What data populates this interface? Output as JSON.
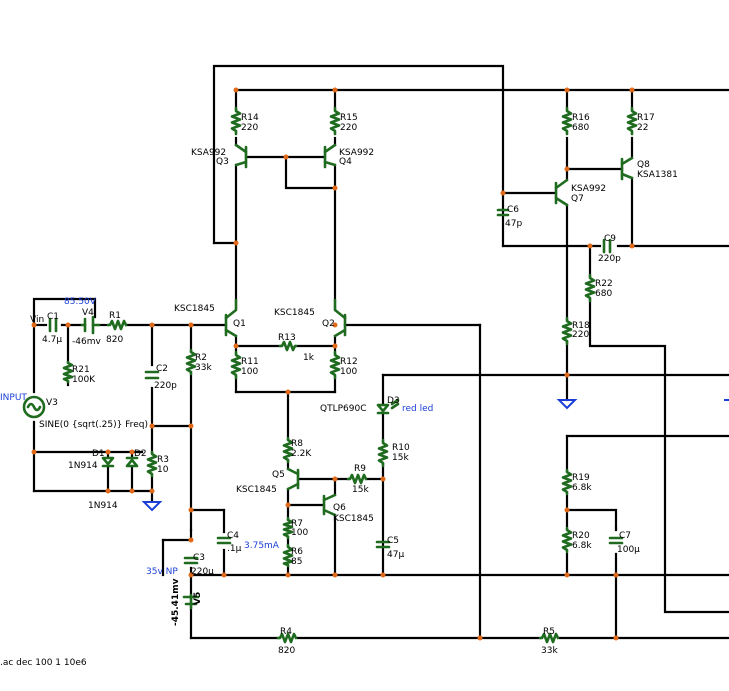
{
  "labels": {
    "r14": [
      "R14",
      "220"
    ],
    "r15": [
      "R15",
      "220"
    ],
    "r16": [
      "R16",
      "680"
    ],
    "r17": [
      "R17",
      "22"
    ],
    "q3": [
      "KSA992",
      "Q3"
    ],
    "q4": [
      "KSA992",
      "Q4"
    ],
    "q7": [
      "KSA992",
      "Q7"
    ],
    "q8": [
      "Q8",
      "KSA1381"
    ],
    "c6": [
      "C6",
      "47p"
    ],
    "c9": [
      "C9",
      "220p"
    ],
    "r22": [
      "R22",
      "680"
    ],
    "r18": [
      "R18",
      "220"
    ],
    "q1": [
      "KSC1845",
      "Q1"
    ],
    "q2": [
      "KSC1845",
      "Q2"
    ],
    "r13": [
      "R13",
      "1k"
    ],
    "r11": [
      "R11",
      "100"
    ],
    "r12": [
      "R12",
      "100"
    ],
    "d3": [
      "D3",
      "QTLP690C",
      "red led"
    ],
    "r10": [
      "R10",
      "15k"
    ],
    "r9": [
      "R9",
      "15k"
    ],
    "r8": [
      "R8",
      "2.2K"
    ],
    "q5": [
      "Q5",
      "KSC1845"
    ],
    "q6": [
      "Q6",
      "KSC1845"
    ],
    "r7": [
      "R7",
      "100"
    ],
    "r6": [
      "R6",
      "85"
    ],
    "c5": [
      "C5",
      "47µ"
    ],
    "c4": [
      "C4",
      ".1µ"
    ],
    "c3": [
      "C3",
      "220µ"
    ],
    "r19": [
      "R19",
      "6.8k"
    ],
    "r20": [
      "R20",
      "6.8k"
    ],
    "c7": [
      "C7",
      "100µ"
    ],
    "r4": [
      "R4",
      "820"
    ],
    "r5": [
      "R5",
      "33k"
    ],
    "c1": [
      "C1",
      "4.7µ"
    ],
    "v4": [
      "V4",
      "-46mv"
    ],
    "r1": [
      "R1",
      "820"
    ],
    "c2": [
      "C2",
      "220p"
    ],
    "r2": [
      "R2",
      "33k"
    ],
    "r21": [
      "R21",
      "100K"
    ],
    "r3": [
      "R3",
      "10"
    ],
    "d1": [
      "D1",
      "1N914"
    ],
    "d2": [
      "D2",
      "1N914"
    ],
    "v3": [
      "INPUT",
      "V3"
    ],
    "v5": [
      "V5",
      "-45.41mv"
    ]
  },
  "annotations": {
    "vin": "Vin",
    "v4_value": "85.50V",
    "sine": "SINE(0 {sqrt(.25)} Freq)",
    "current": "3.75mA",
    "c3_type": "35v NP",
    "directive": ".ac dec 100 1 10e6"
  }
}
